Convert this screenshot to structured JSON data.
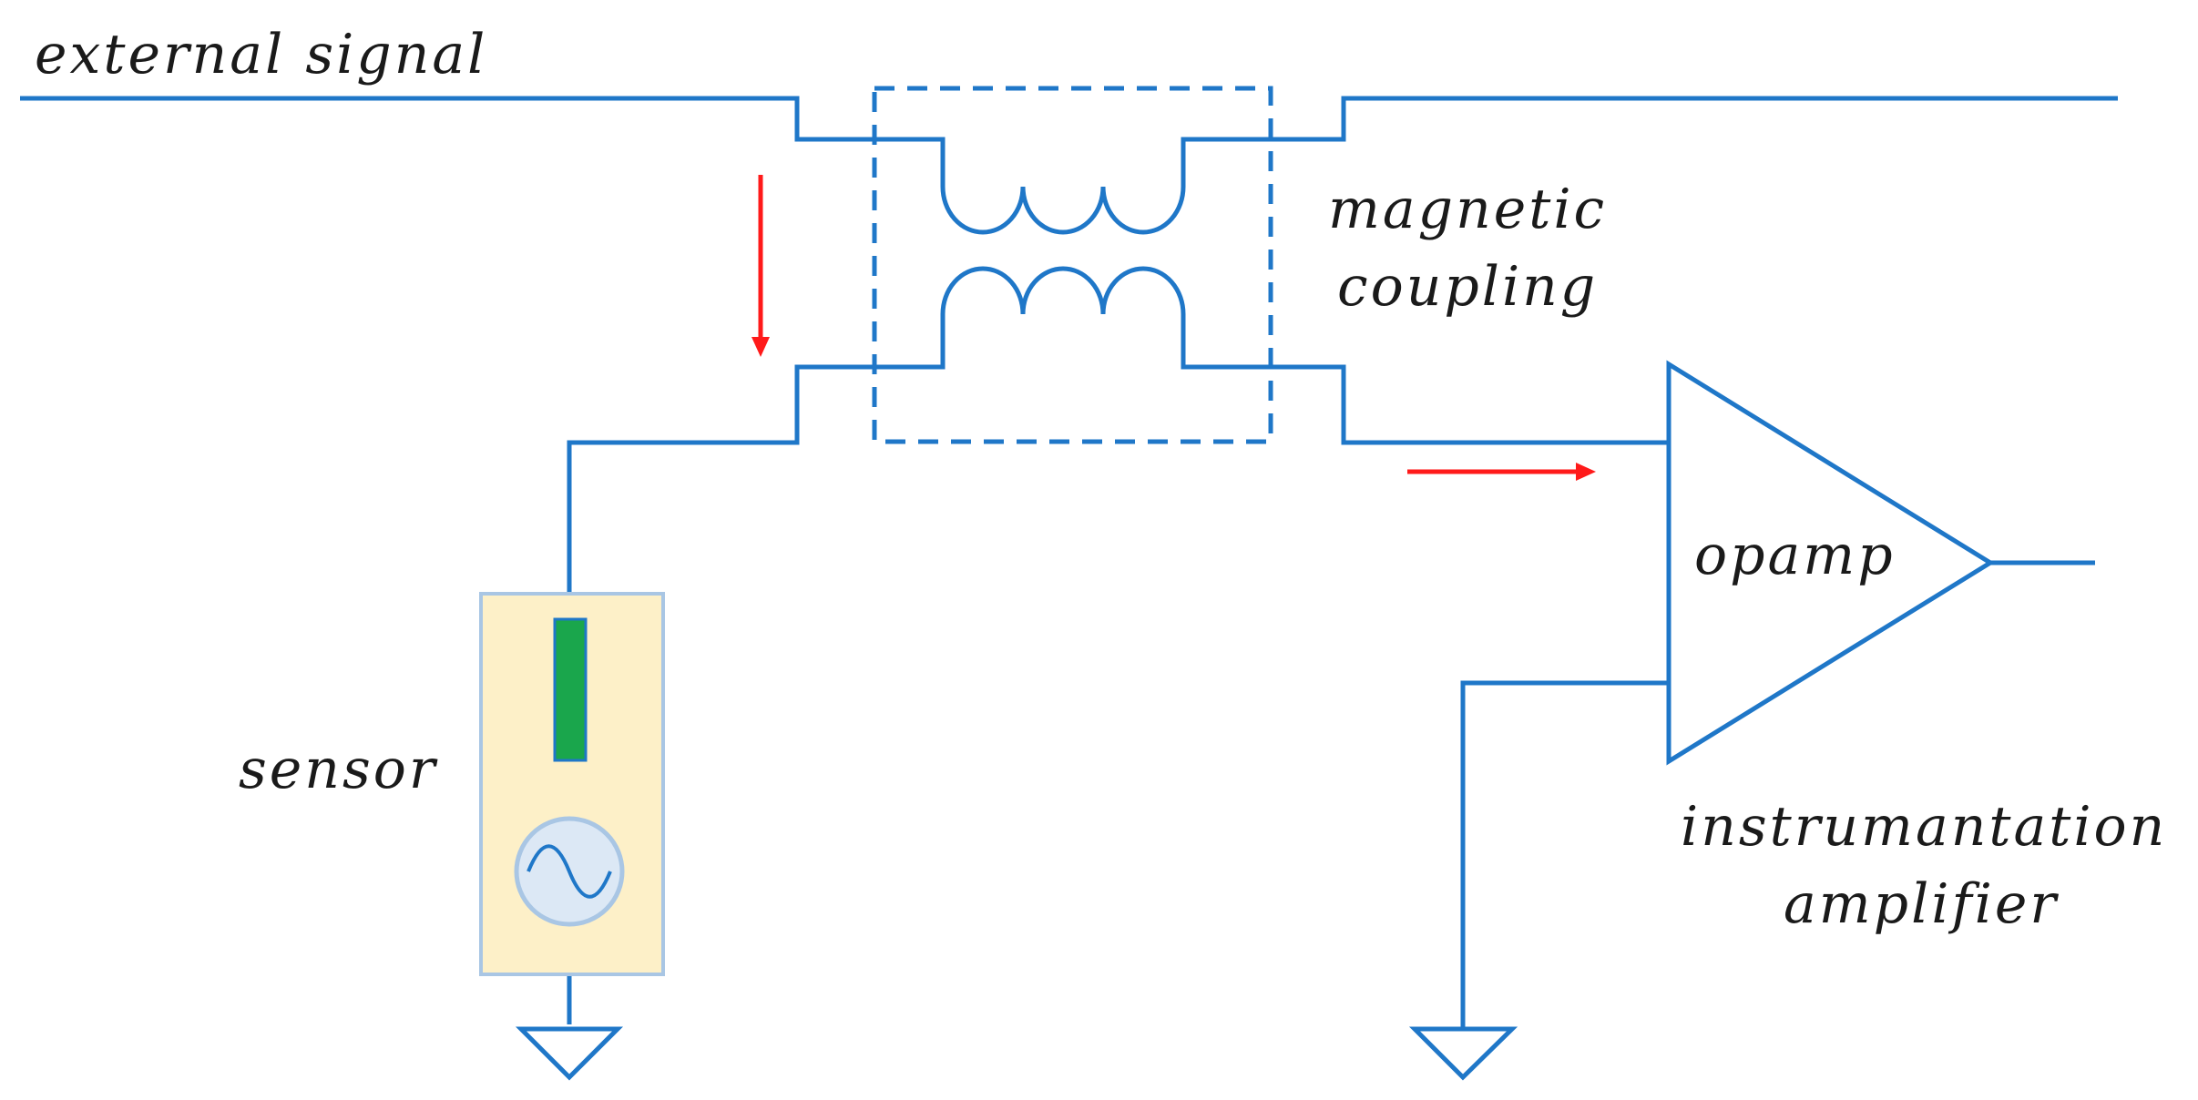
{
  "labels": {
    "external_signal": "external signal",
    "magnetic_line1": "magnetic",
    "magnetic_line2": "coupling",
    "sensor": "sensor",
    "opamp": "opamp",
    "amplifier_line1": "instrumantation",
    "amplifier_line2": "amplifier"
  },
  "colors": {
    "wire": "#1f77c8",
    "arrow": "#ff1a1a",
    "sensor_box_fill": "#fdf0c8",
    "sensor_box_stroke": "#a9c6e4",
    "resistor_fill": "#1aa64c",
    "source_fill": "#dce8f5",
    "text": "#1a1a1a"
  },
  "icons": {
    "signal_source": "ac-source-icon",
    "ground": "ground-icon",
    "resistor": "resistor-icon",
    "inductor": "inductor-coil-icon",
    "opamp": "opamp-triangle-icon"
  }
}
